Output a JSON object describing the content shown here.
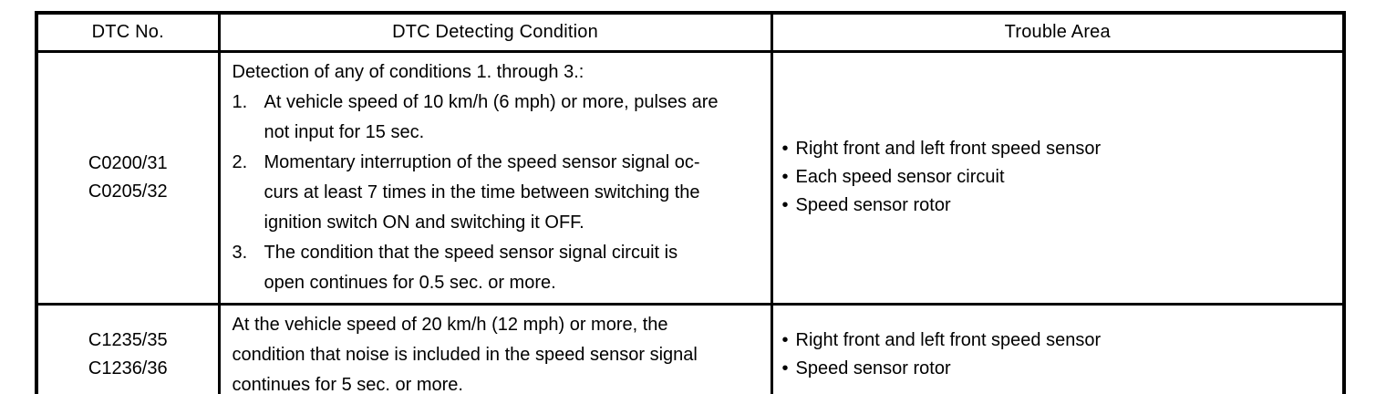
{
  "table": {
    "headers": [
      "DTC No.",
      "DTC Detecting Condition",
      "Trouble Area"
    ],
    "bullet_char": "•",
    "row1": {
      "dtc_line1": "C0200/31",
      "dtc_line2": "C0205/32",
      "condition_intro": "Detection of any of conditions 1. through 3.:",
      "items": [
        {
          "num": "1.",
          "lines": [
            "At vehicle speed of 10 km/h (6 mph) or more, pulses are",
            "not input for 15 sec."
          ]
        },
        {
          "num": "2.",
          "lines": [
            "Momentary interruption of the speed sensor signal oc-",
            "curs at least 7 times in the time between switching the",
            "ignition switch ON and switching it OFF."
          ]
        },
        {
          "num": "3.",
          "lines": [
            "The condition that the speed sensor signal circuit is",
            "open continues for 0.5 sec. or more."
          ]
        }
      ],
      "trouble_areas": [
        "Right front and left front speed sensor",
        "Each speed sensor circuit",
        "Speed sensor rotor"
      ]
    },
    "row2": {
      "dtc_line1": "C1235/35",
      "dtc_line2": "C1236/36",
      "condition_lines": [
        "At the vehicle speed of 20 km/h (12 mph) or more, the",
        "condition that noise is included in the speed sensor signal",
        "continues for 5 sec. or more."
      ],
      "trouble_areas": [
        "Right front and left front speed sensor",
        "Speed sensor rotor"
      ]
    }
  }
}
